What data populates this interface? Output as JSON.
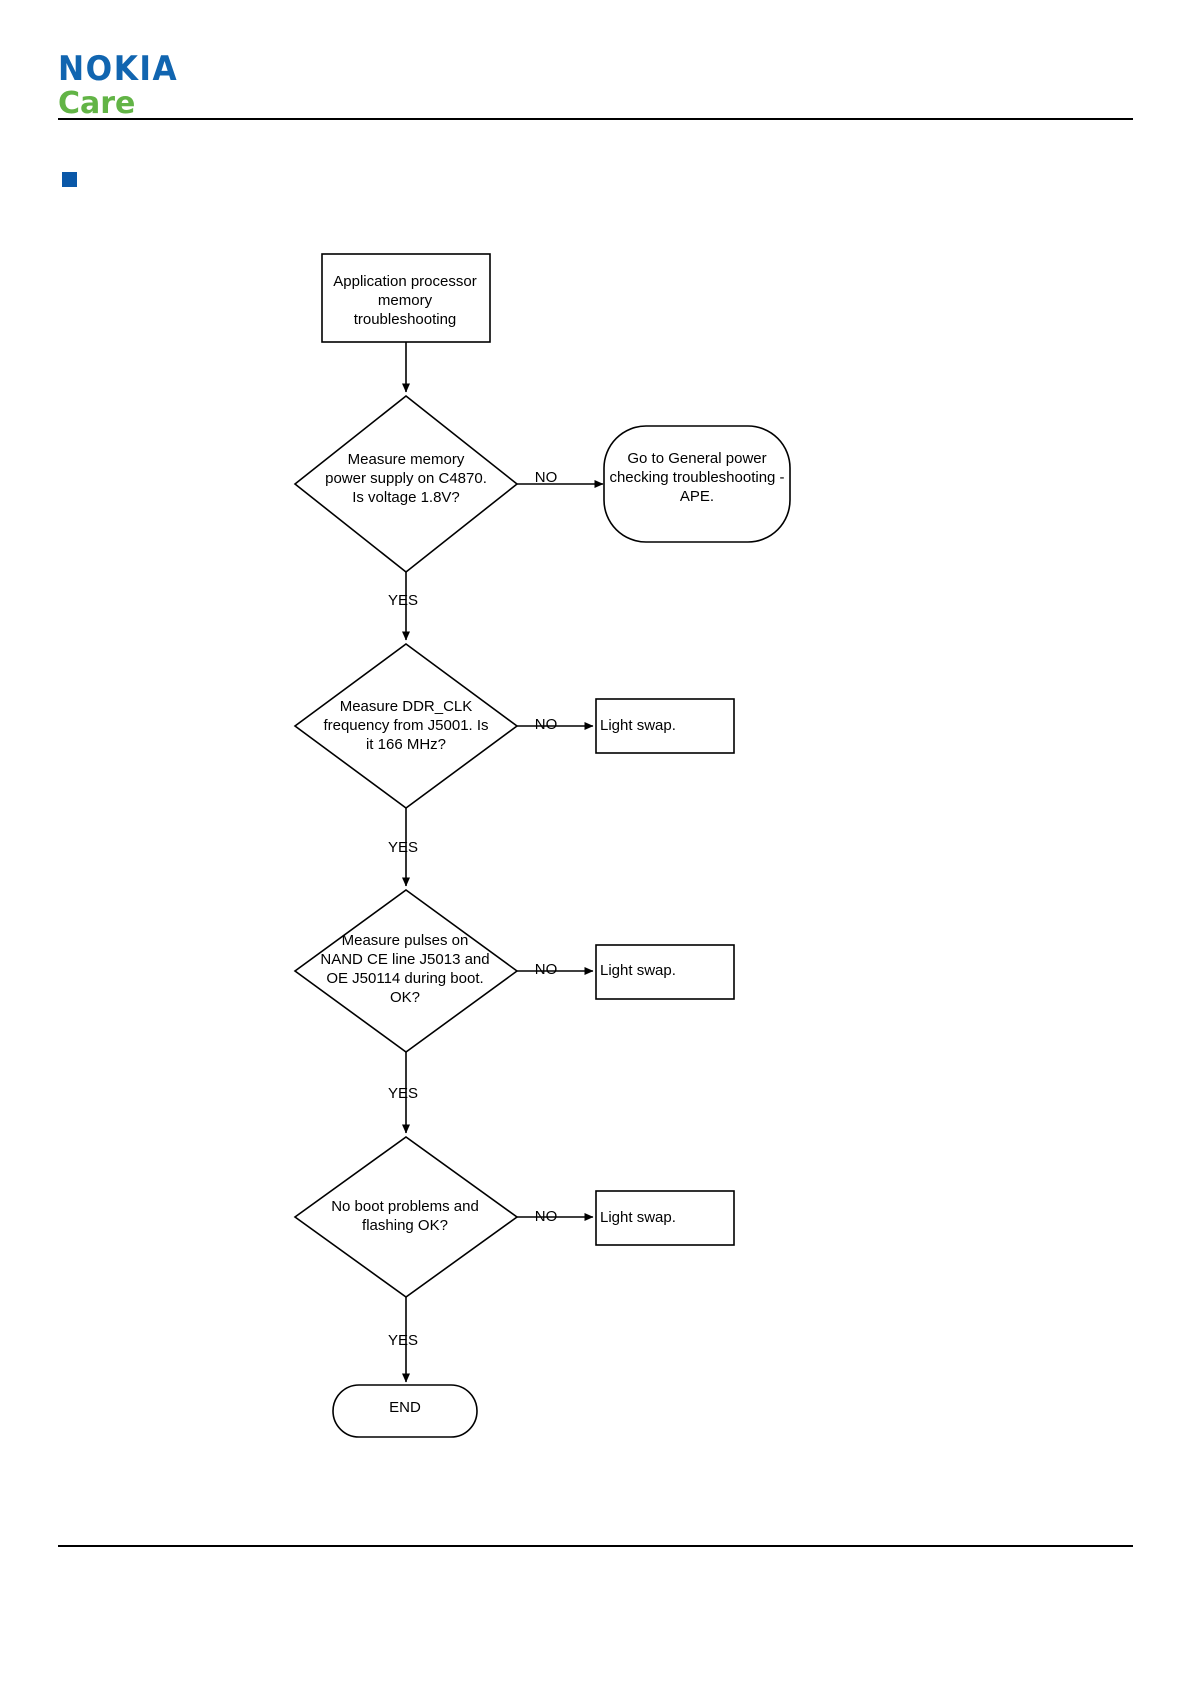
{
  "header": {
    "logo_primary": "NOKIA",
    "logo_secondary": "Care",
    "brand_blue": "#1165b0",
    "brand_green": "#62b446",
    "bullet_color": "#0a58a8"
  },
  "flowchart": {
    "type": "flowchart",
    "title": "Application processor memory troubleshooting",
    "nodes": [
      {
        "id": "start",
        "shape": "rectangle",
        "label": "Application processor\nmemory\ntroubleshooting"
      },
      {
        "id": "d1",
        "shape": "diamond",
        "label": "Measure memory\npower supply on C4870.\nIs voltage 1.8V?"
      },
      {
        "id": "goto_ape",
        "shape": "rounded-rectangle",
        "label": "Go to General power\nchecking troubleshooting -\nAPE."
      },
      {
        "id": "d2",
        "shape": "diamond",
        "label": "Measure DDR_CLK\nfrequency from J5001. Is\nit 166 MHz?"
      },
      {
        "id": "light_swap_1",
        "shape": "rectangle",
        "label": "Light swap."
      },
      {
        "id": "d3",
        "shape": "diamond",
        "label": "Measure pulses on\nNAND CE line J5013 and\nOE J50114 during boot.\nOK?"
      },
      {
        "id": "light_swap_2",
        "shape": "rectangle",
        "label": "Light swap."
      },
      {
        "id": "d4",
        "shape": "diamond",
        "label": "No boot problems and\nflashing OK?"
      },
      {
        "id": "light_swap_3",
        "shape": "rectangle",
        "label": "Light swap."
      },
      {
        "id": "end",
        "shape": "stadium",
        "label": "END"
      }
    ],
    "edges": [
      {
        "from": "start",
        "to": "d1",
        "label": ""
      },
      {
        "from": "d1",
        "to": "goto_ape",
        "label": "NO"
      },
      {
        "from": "d1",
        "to": "d2",
        "label": "YES"
      },
      {
        "from": "d2",
        "to": "light_swap_1",
        "label": "NO"
      },
      {
        "from": "d2",
        "to": "d3",
        "label": "YES"
      },
      {
        "from": "d3",
        "to": "light_swap_2",
        "label": "NO"
      },
      {
        "from": "d3",
        "to": "d4",
        "label": "YES"
      },
      {
        "from": "d4",
        "to": "light_swap_3",
        "label": "NO"
      },
      {
        "from": "d4",
        "to": "end",
        "label": "YES"
      }
    ]
  }
}
